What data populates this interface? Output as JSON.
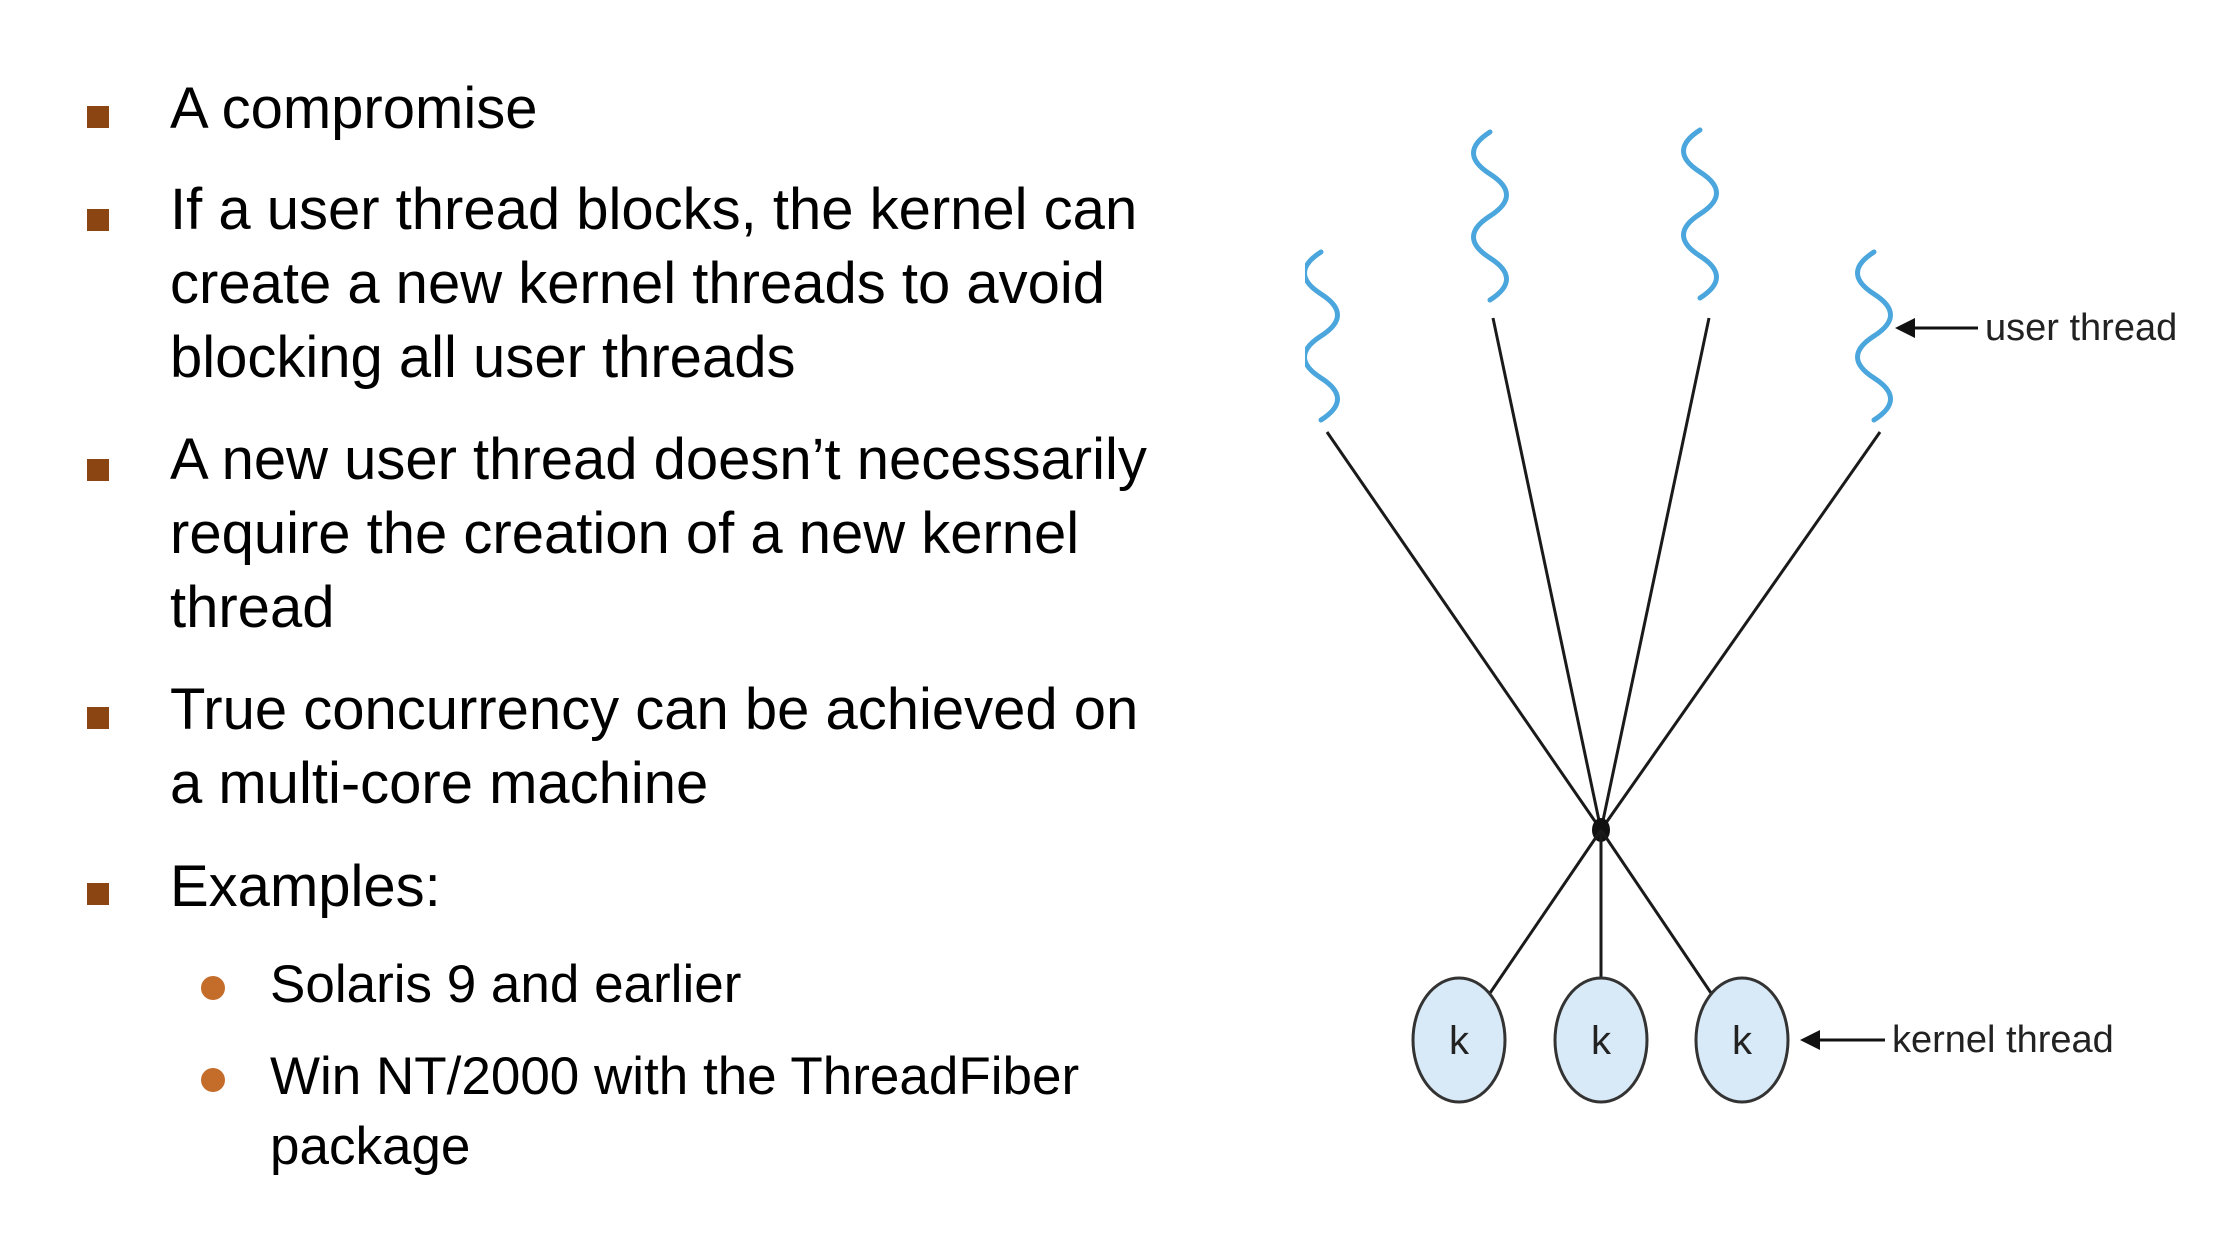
{
  "bullets": [
    {
      "lines": [
        "A compromise"
      ]
    },
    {
      "lines": [
        "If a user thread blocks, the kernel can",
        "create a new kernel threads to avoid",
        "blocking all user threads"
      ]
    },
    {
      "lines": [
        "A new user thread doesn’t necessarily",
        "require the creation of a new kernel",
        "thread"
      ]
    },
    {
      "lines": [
        "True concurrency can be achieved on",
        "a multi-core machine"
      ]
    },
    {
      "lines": [
        "Examples:"
      ]
    }
  ],
  "sub_bullets": [
    {
      "lines": [
        "Solaris 9 and earlier"
      ]
    },
    {
      "lines": [
        "Win NT/2000 with the ThreadFiber",
        "package"
      ]
    }
  ],
  "diagram": {
    "user_thread_label": "user thread",
    "kernel_thread_label": "kernel thread",
    "kernel_nodes": [
      "k",
      "k",
      "k"
    ],
    "colors": {
      "thread_squiggle": "#4aa6dc",
      "kernel_fill": "#d8eaf7",
      "lines": "#1a1a1a",
      "square_bullet": "#8b4513",
      "round_bullet": "#c46d2b"
    }
  }
}
